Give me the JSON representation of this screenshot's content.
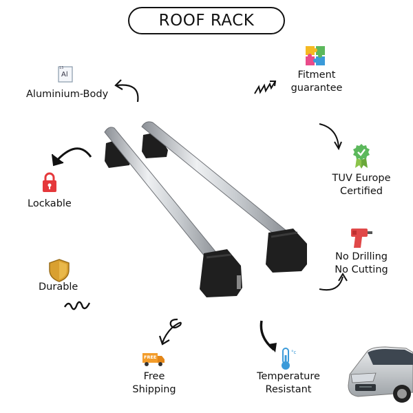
{
  "title": "ROOF RACK",
  "features": {
    "aluminium": {
      "label": "Aluminium-Body",
      "icon": "aluminium-element-icon",
      "icon_text": "Al",
      "icon_number": "13"
    },
    "fitment": {
      "line1": "Fitment",
      "line2": "guarantee",
      "icon": "puzzle-icon"
    },
    "lockable": {
      "label": "Lockable",
      "icon": "padlock-icon"
    },
    "tuv": {
      "line1": "TUV Europe",
      "line2": "Certified",
      "icon": "certified-badge-icon"
    },
    "no_drilling": {
      "line1": "No Drilling",
      "line2": "No Cutting",
      "icon": "drill-icon"
    },
    "durable": {
      "label": "Durable",
      "icon": "shield-icon"
    },
    "shipping": {
      "line1": "Free",
      "line2": "Shipping",
      "icon": "delivery-truck-icon",
      "icon_text": "FREE"
    },
    "temperature": {
      "line1": "Temperature",
      "line2": "Resistant",
      "icon": "thermometer-icon"
    }
  },
  "images": {
    "product": "roof-rack-bars-image",
    "car": "silver-sedan-image"
  },
  "colors": {
    "text": "#111111",
    "lock_red": "#e5383b",
    "shield_gold": "#d9a030",
    "badge_green": "#5cb85c",
    "drill_red": "#e04848",
    "truck_orange": "#f39c2a",
    "thermo_blue": "#3a9ad9"
  }
}
